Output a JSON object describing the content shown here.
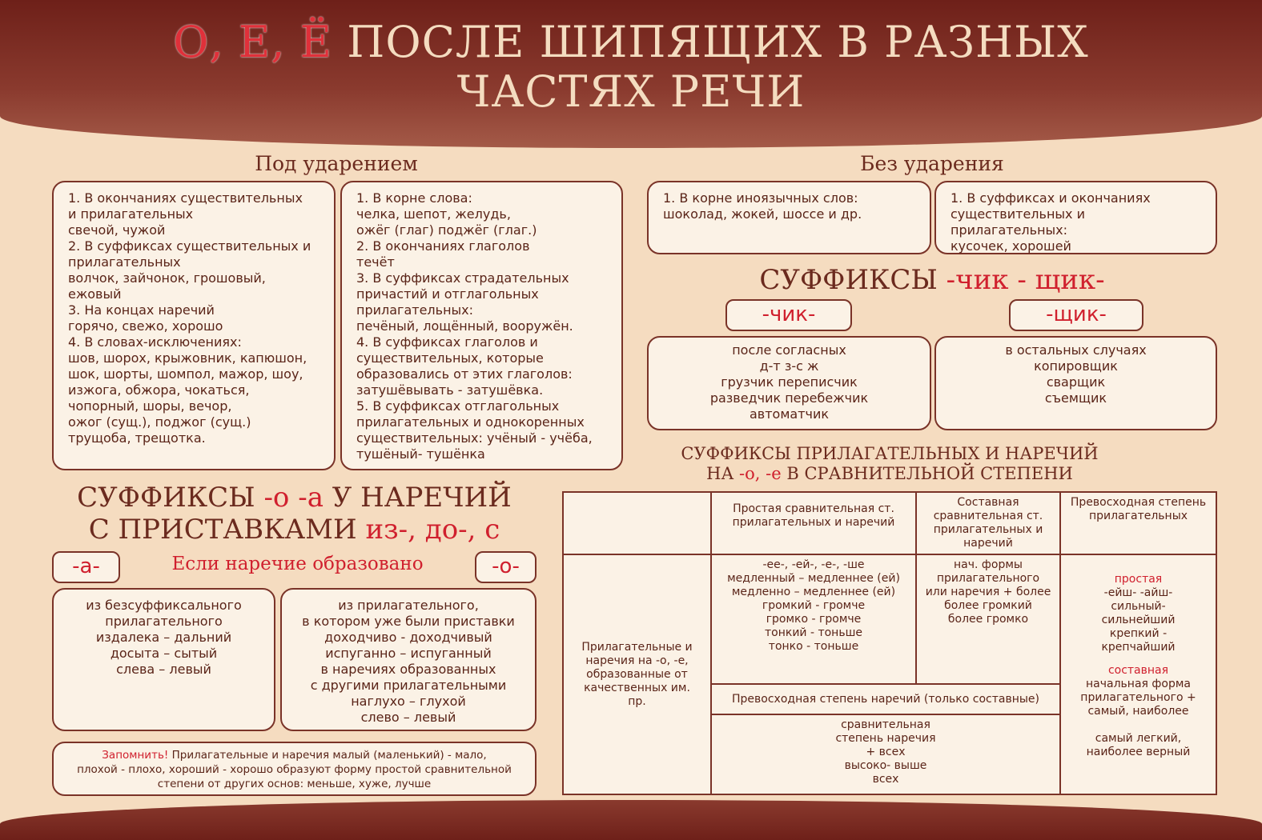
{
  "title": {
    "letters": "О, Е, Ё",
    "line1": "ПОСЛЕ ШИПЯЩИХ В РАЗНЫХ",
    "line2": "ЧАСТЯХ РЕЧИ"
  },
  "stressed": {
    "heading": "Под ударением",
    "col1": [
      "1. В окончаниях существительных",
      "и прилагательных",
      "свечой, чужой",
      "2. В суффиксах существительных и",
      "прилагательных",
      "волчок, зайчонок, грошовый,",
      "ежовый",
      "3. На концах наречий",
      "горячо, свежо, хорошо",
      "4. В словах-исключениях:",
      "шов, шорох, крыжовник, капюшон,",
      "шок, шорты, шомпол, мажор, шоу,",
      "изжога, обжора, чокаться,",
      "чопорный, шоры, вечор,",
      "ожог (сущ.), поджог (сущ.)",
      "трущоба, трещотка."
    ],
    "col2": [
      "1. В корне слова:",
      "челка, шепот, желудь,",
      "ожёг (глаг) поджёг (глаг.)",
      "2. В окончаниях глаголов",
      "течёт",
      "3. В суффиксах страдательных",
      "причастий и отглагольных",
      "прилагательных:",
      "печёный, лощённый, вооружён.",
      "4. В суффиксах глаголов и",
      "существительных, которые",
      "образовались от этих глаголов:",
      "затушёвывать - затушёвка.",
      "5. В суффиксах отглагольных",
      "прилагательных и однокоренных",
      "существительных: учёный - учёба,",
      "тушёный- тушёнка"
    ]
  },
  "unstressed": {
    "heading": "Без ударения",
    "col1": [
      "1. В корне иноязычных слов:",
      "шоколад, жокей, шоссе и др."
    ],
    "col2": [
      "1. В суффиксах и окончаниях",
      "существительных и",
      "прилагательных:",
      "кусочек, хорошей"
    ]
  },
  "chik": {
    "title": "СУФФИКСЫ",
    "suffixes": "-чик - щик-",
    "pill1": "-чик-",
    "pill2": "-щик-",
    "left": [
      "после согласных",
      "д-т   з-с   ж",
      "грузчик   переписчик",
      "разведчик   перебежчик",
      "автоматчик"
    ],
    "right": [
      "в остальных случаях",
      "копировщик",
      "сварщик",
      "съемщик"
    ]
  },
  "adverbs": {
    "line1a": "СУФФИКСЫ",
    "line1b": "-о -а",
    "line1c": "У НАРЕЧИЙ",
    "line2a": "С ПРИСТАВКАМИ",
    "line2b": "из-, до-, с",
    "pill_a": "-а-",
    "pill_o": "-о-",
    "condition": "Если наречие образовано",
    "left": [
      "из безсуффиксального",
      "прилагательного",
      "издалека – дальний",
      "досыта – сытый",
      "слева – левый"
    ],
    "right": [
      "из прилагательного,",
      "в котором уже были приставки",
      "доходчиво - доходчивый",
      "испуганно – испуганный",
      "в наречиях образованных",
      "с другими прилагательными",
      "наглухо – глухой",
      "слево – левый"
    ]
  },
  "note": {
    "label": "Запомнить!",
    "lines": [
      "Прилагательные и наречия малый (маленький) - мало,",
      "плохой - плохо, хороший - хорошо образуют форму простой сравнительной",
      "степени от других основ: меньше, хуже, лучше"
    ]
  },
  "comparative": {
    "heading1": "СУФФИКСЫ ПРИЛАГАТЕЛЬНЫХ И НАРЕЧИЙ",
    "heading2a": "НА",
    "heading2b": "-о, -е",
    "heading2c": "В СРАВНИТЕЛЬНОЙ СТЕПЕНИ",
    "headers": [
      "Простая сравнительная ст. прилагательных и наречий",
      "Составная сравнительная ст. прилагательных и наречий",
      "Превосходная степень прилагательных"
    ],
    "row_label": "Прилагательные и наречия на -о, -е, образованные от качественных им. пр.",
    "simple": [
      "-ее-, -ей-, -е-, -ше",
      "медленный – медленнее (ей)",
      "медленно – медленнее (ей)",
      "громкий - громче",
      "громко - громче",
      "тонкий - тоньше",
      "тонко - тоньше"
    ],
    "compound": [
      "нач. формы",
      "прилагательного",
      "или наречия + более",
      "более громкий",
      "более громко"
    ],
    "superlative": {
      "simple_label": "простая",
      "simple": [
        "-ейш- -айш-",
        "сильный-",
        "сильнейший",
        "крепкий -",
        "крепчайший"
      ],
      "compound_label": "составная",
      "compound": [
        "начальная форма",
        "прилагательного +",
        "самый, наиболее",
        "",
        "самый легкий,",
        "наиболее верный"
      ]
    },
    "adv_sup_header": "Превосходная степень наречий (только составные)",
    "adv_sup": [
      "сравнительная",
      "степень наречия",
      "+ всех",
      "высоко- выше",
      "всех"
    ]
  }
}
